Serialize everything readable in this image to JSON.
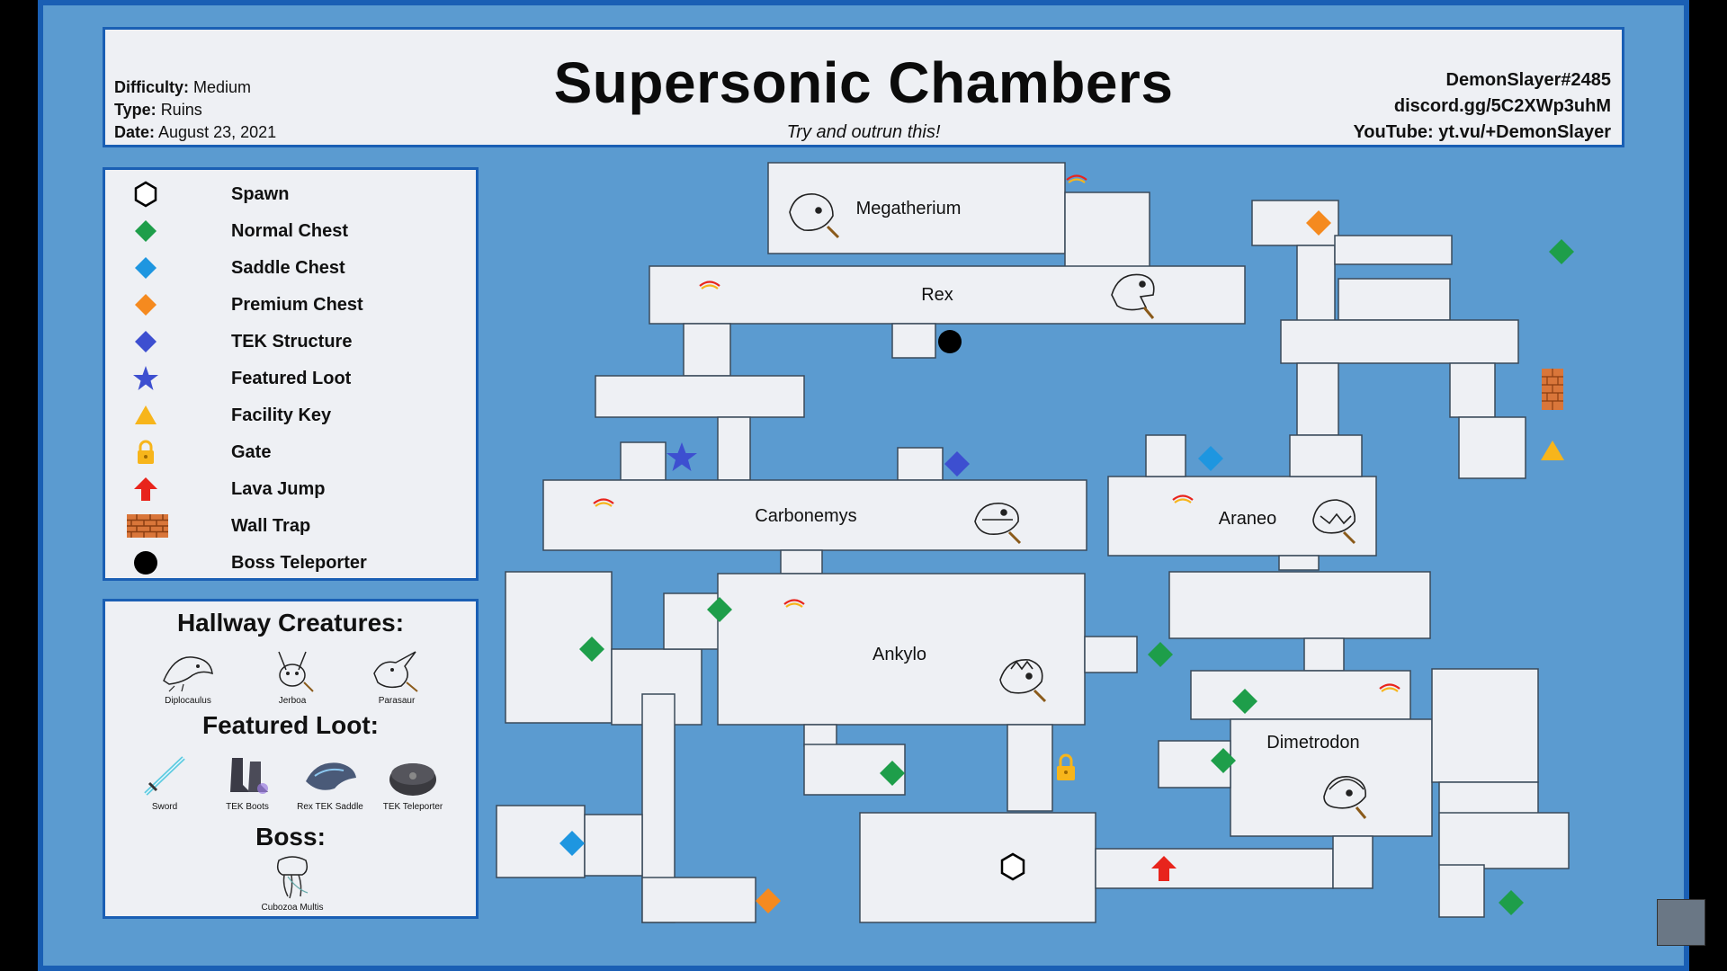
{
  "header": {
    "title": "Supersonic Chambers",
    "subtitle": "Try and outrun this!",
    "difficulty_label": "Difficulty:",
    "difficulty": "Medium",
    "type_label": "Type:",
    "type": "Ruins",
    "date_label": "Date:",
    "date": "August 23, 2021",
    "credit_discord_tag": "DemonSlayer#2485",
    "credit_discord_link": "discord.gg/5C2XWp3uhM",
    "credit_youtube": "YouTube: yt.vu/+DemonSlayer"
  },
  "legend": {
    "items": [
      {
        "label": "Spawn",
        "icon": "hexagon-outline"
      },
      {
        "label": "Normal Chest",
        "icon": "diamond",
        "color": "#1e9e4a"
      },
      {
        "label": "Saddle Chest",
        "icon": "diamond",
        "color": "#1e96e0"
      },
      {
        "label": "Premium Chest",
        "icon": "diamond",
        "color": "#f58a1f"
      },
      {
        "label": "TEK Structure",
        "icon": "diamond",
        "color": "#3d4fd0"
      },
      {
        "label": "Featured Loot",
        "icon": "star",
        "color": "#3d4fd0"
      },
      {
        "label": "Facility Key",
        "icon": "triangle",
        "color": "#f7b51b"
      },
      {
        "label": "Gate",
        "icon": "padlock",
        "color": "#f7b51b"
      },
      {
        "label": "Lava Jump",
        "icon": "arrow-up",
        "color": "#e8241c"
      },
      {
        "label": "Wall Trap",
        "icon": "brick-wall",
        "color": "#d9763a"
      },
      {
        "label": "Boss Teleporter",
        "icon": "filled-circle",
        "color": "#000000"
      }
    ]
  },
  "info": {
    "hallway_heading": "Hallway Creatures:",
    "hallway_creatures": [
      "Diplocaulus",
      "Jerboa",
      "Parasaur"
    ],
    "featured_heading": "Featured Loot:",
    "featured_loot": [
      "Sword",
      "TEK Boots",
      "Rex TEK Saddle",
      "TEK Teleporter"
    ],
    "boss_heading": "Boss:",
    "boss": "Cubozoa Multis"
  },
  "map": {
    "rooms": [
      "Megatherium",
      "Rex",
      "Carbonemys",
      "Araneo",
      "Ankylo",
      "Dimetrodon"
    ],
    "colors": {
      "floor": "#eef0f4",
      "wall": "#3a4a5a",
      "background": "#5b9bd0"
    }
  }
}
